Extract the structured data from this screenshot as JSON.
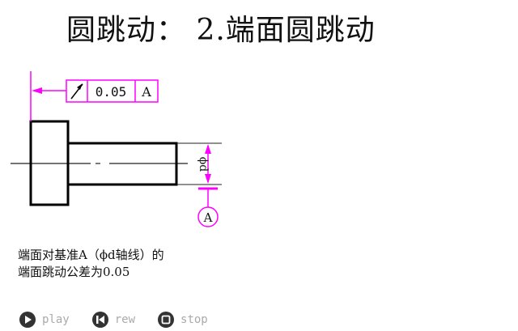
{
  "title": "圆跳动： 2.端面圆跳动",
  "diagram": {
    "tolerance_frame": {
      "symbol": "circular-runout",
      "value": "0.05",
      "datum": "A"
    },
    "dimension_label": "ϕd",
    "datum_label": "A",
    "accent_color": "#ff00ff"
  },
  "description": {
    "line1": "端面对基准A（ϕd轴线）的",
    "line2": "端面跳动公差为0.05"
  },
  "controls": [
    {
      "label": "play",
      "icon": "play-icon"
    },
    {
      "label": "rew",
      "icon": "rewind-icon"
    },
    {
      "label": "stop",
      "icon": "stop-icon"
    }
  ]
}
